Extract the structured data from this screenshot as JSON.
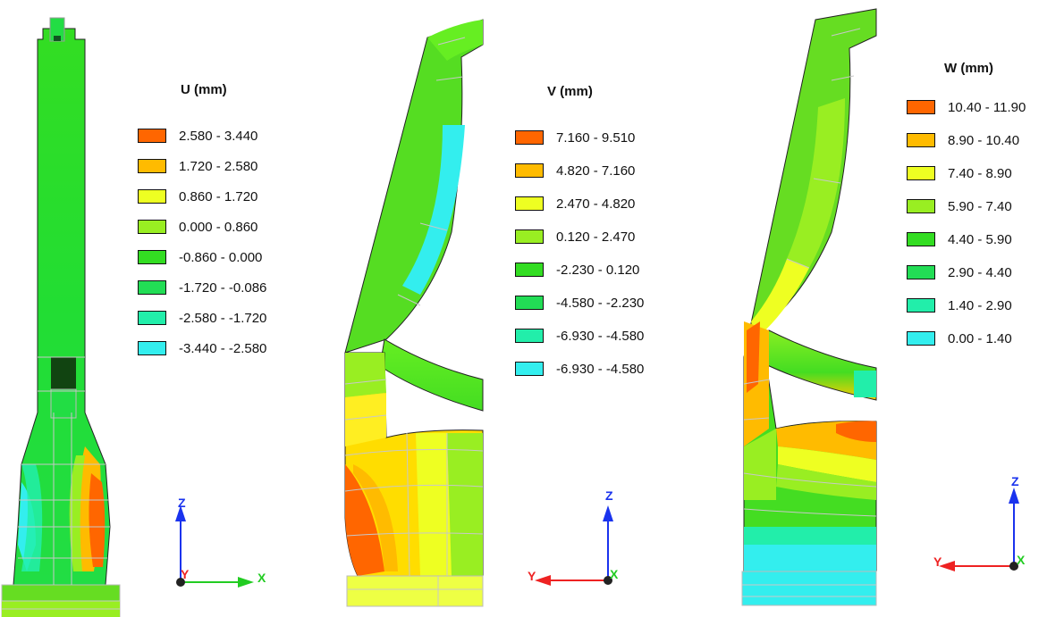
{
  "panels": [
    {
      "id": "u",
      "legend_title": "U (mm)",
      "ranges": [
        {
          "label": "2.580  -  3.440",
          "color": "#ff6600"
        },
        {
          "label": "1.720  -  2.580",
          "color": "#ffbb00"
        },
        {
          "label": "0.860  -  1.720",
          "color": "#eeff22"
        },
        {
          "label": "0.000  -  0.860",
          "color": "#99ee22"
        },
        {
          "label": "-0.860  -  0.000",
          "color": "#33dd22"
        },
        {
          "label": "-1.720  - -0.086",
          "color": "#22dd55"
        },
        {
          "label": "-2.580  - -1.720",
          "color": "#22eeaa"
        },
        {
          "label": "-3.440  - -2.580",
          "color": "#33eeee"
        }
      ],
      "triad": {
        "vertical": "Z",
        "center": "Y",
        "horizontal": "X"
      }
    },
    {
      "id": "v",
      "legend_title": "V (mm)",
      "ranges": [
        {
          "label": "7.160  -  9.510",
          "color": "#ff6600"
        },
        {
          "label": "4.820  -  7.160",
          "color": "#ffbb00"
        },
        {
          "label": "2.470  -  4.820",
          "color": "#eeff22"
        },
        {
          "label": "0.120  -  2.470",
          "color": "#99ee22"
        },
        {
          "label": "-2.230  -  0.120",
          "color": "#33dd22"
        },
        {
          "label": "-4.580  - -2.230",
          "color": "#22dd55"
        },
        {
          "label": "-6.930  - -4.580",
          "color": "#22eeaa"
        },
        {
          "label": "-6.930  - -4.580",
          "color": "#33eeee"
        }
      ],
      "triad": {
        "vertical": "Z",
        "center": "X",
        "horizontal": "Y"
      }
    },
    {
      "id": "w",
      "legend_title": "W (mm)",
      "ranges": [
        {
          "label": "10.40  -  11.90",
          "color": "#ff6600"
        },
        {
          "label": "8.90  -  10.40",
          "color": "#ffbb00"
        },
        {
          "label": "7.40  -   8.90",
          "color": "#eeff22"
        },
        {
          "label": "5.90  -   7.40",
          "color": "#99ee22"
        },
        {
          "label": "4.40  -   5.90",
          "color": "#33dd22"
        },
        {
          "label": "2.90  -   4.40",
          "color": "#22dd55"
        },
        {
          "label": "1.40  -   2.90",
          "color": "#22eeaa"
        },
        {
          "label": "0.00  -   1.40",
          "color": "#33eeee"
        }
      ],
      "triad": {
        "vertical": "Z",
        "center": "X",
        "horizontal": "Y"
      }
    }
  ],
  "colors": {
    "axis_z": "#1a33ee",
    "axis_x": "#22cc22",
    "axis_y": "#ee2222",
    "mesh_line": "#c8c8c8",
    "outline": "#222222"
  }
}
